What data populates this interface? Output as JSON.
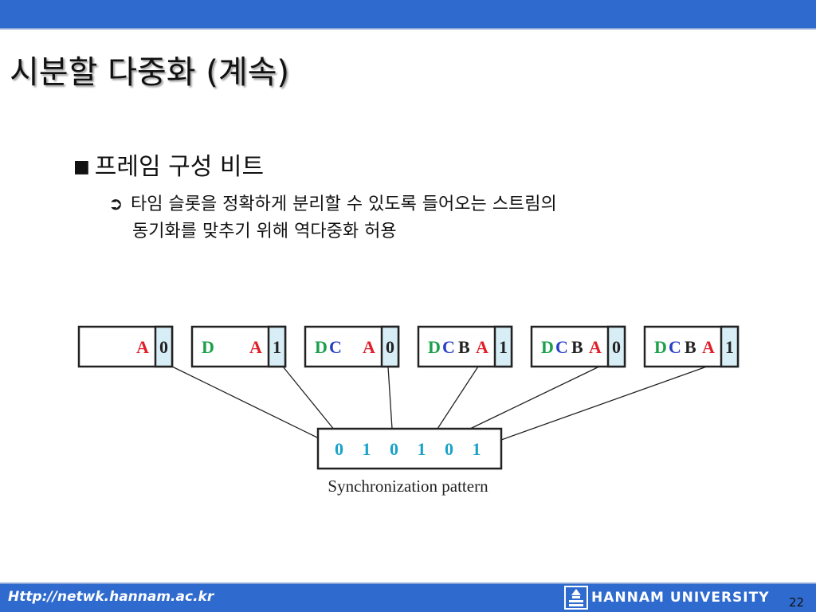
{
  "title": "시분할 다중화 (계속)",
  "bullet": {
    "marker": "■",
    "text": "프레임 구성 비트"
  },
  "sub_bullet": {
    "marker": "➲",
    "line1": "타임 슬롯을 정확하게 분리할 수 있도록 들어오는 스트림의",
    "line2": "동기화를 맞추기 위해 역다중화 허용"
  },
  "diagram": {
    "frames": [
      {
        "letters": [
          {
            "t": "A",
            "color": "#e01f2a"
          }
        ],
        "bit": "0"
      },
      {
        "letters": [
          {
            "t": "D",
            "color": "#1aa04a"
          },
          {
            "t": "A",
            "color": "#e01f2a"
          }
        ],
        "bit": "1"
      },
      {
        "letters": [
          {
            "t": "D",
            "color": "#1aa04a"
          },
          {
            "t": "C",
            "color": "#2a3ec7"
          },
          {
            "t": "A",
            "color": "#e01f2a"
          }
        ],
        "bit": "0"
      },
      {
        "letters": [
          {
            "t": "D",
            "color": "#1aa04a"
          },
          {
            "t": "C",
            "color": "#2a3ec7"
          },
          {
            "t": "B",
            "color": "#222222"
          },
          {
            "t": "A",
            "color": "#e01f2a"
          }
        ],
        "bit": "1"
      },
      {
        "letters": [
          {
            "t": "D",
            "color": "#1aa04a"
          },
          {
            "t": "C",
            "color": "#2a3ec7"
          },
          {
            "t": "B",
            "color": "#222222"
          },
          {
            "t": "A",
            "color": "#e01f2a"
          }
        ],
        "bit": "0"
      },
      {
        "letters": [
          {
            "t": "D",
            "color": "#1aa04a"
          },
          {
            "t": "C",
            "color": "#2a3ec7"
          },
          {
            "t": "B",
            "color": "#222222"
          },
          {
            "t": "A",
            "color": "#e01f2a"
          }
        ],
        "bit": "1"
      }
    ],
    "sync_pattern": [
      "0",
      "1",
      "0",
      "1",
      "0",
      "1"
    ],
    "caption": "Synchronization pattern",
    "bit_cell_color": "#d8eef6",
    "sync_text_color": "#1aa2c9"
  },
  "footer": {
    "url": "Http://netwk.hannam.ac.kr",
    "university": "HANNAM UNIVERSITY",
    "logo_icon": "hannam-logo-icon",
    "page_number": "22"
  },
  "colors": {
    "bar": "#2f6bce"
  }
}
